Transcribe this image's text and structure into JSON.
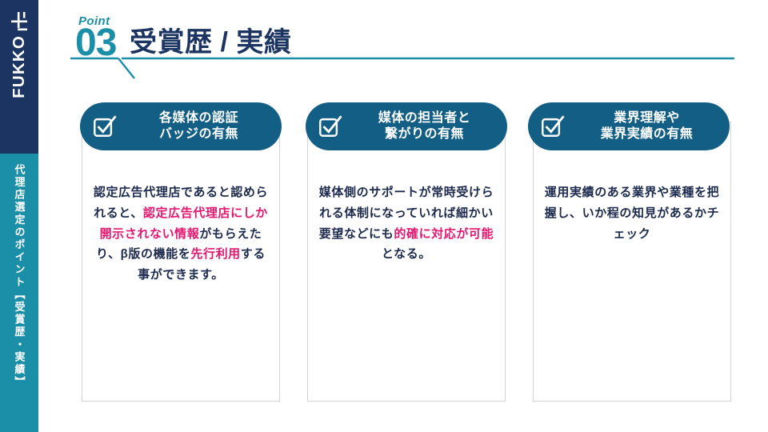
{
  "colors": {
    "navy": "#1c3461",
    "teal": "#1b8fa8",
    "pill": "#125e84",
    "highlight": "#e3176f",
    "body_text": "#1c2a4d",
    "card_border": "#ced4d9",
    "background": "#ffffff"
  },
  "sidebar": {
    "logo_text": "FUKKO",
    "logo_mark_name": "fukko-logo-mark",
    "vertical_label": "代理店選定のポイント【受賞歴・実績】"
  },
  "header": {
    "point_label": "Point",
    "point_number": "03",
    "title": "受賞歴 / 実績"
  },
  "cards": [
    {
      "icon": "checkbox-check-icon",
      "title_line1": "各媒体の認証",
      "title_line2": "バッジの有無",
      "body_segments": [
        {
          "text": "認定広告代理店であると認められると、",
          "highlight": false
        },
        {
          "text": "認定広告代理店にしか開示されない情報",
          "highlight": true
        },
        {
          "text": "がもらえたり、β版の機能を",
          "highlight": false
        },
        {
          "text": "先行利用",
          "highlight": true
        },
        {
          "text": "する事ができます。",
          "highlight": false
        }
      ]
    },
    {
      "icon": "checkbox-check-icon",
      "title_line1": "媒体の担当者と",
      "title_line2": "繋がりの有無",
      "body_segments": [
        {
          "text": "媒体側のサポートが常時受けられる体制になっていれば細かい要望などにも",
          "highlight": false
        },
        {
          "text": "的確に対応が可能",
          "highlight": true
        },
        {
          "text": "となる。",
          "highlight": false
        }
      ]
    },
    {
      "icon": "checkbox-check-icon",
      "title_line1": "業界理解や",
      "title_line2": "業界実績の有無",
      "body_segments": [
        {
          "text": "運用実績のある業界や業種を把握し、いか程の知見があるかチェック",
          "highlight": false
        }
      ]
    }
  ]
}
